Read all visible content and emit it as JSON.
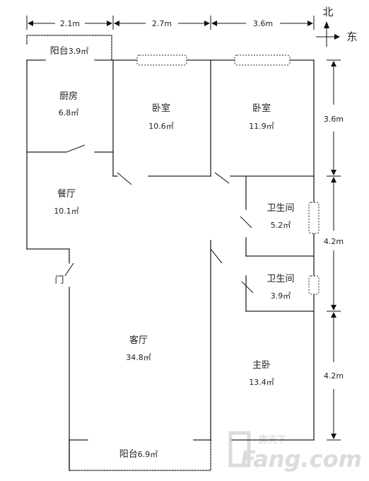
{
  "dimensions": {
    "top": [
      "2.1m",
      "2.7m",
      "3.6m"
    ],
    "right": [
      "3.6m",
      "4.2m",
      "4.2m"
    ]
  },
  "compass": {
    "north": "北",
    "east": "东"
  },
  "rooms": {
    "balcony_top": {
      "name": "阳台",
      "area": "3.9㎡"
    },
    "kitchen": {
      "name": "厨房",
      "area": "6.8㎡"
    },
    "bedroom_1": {
      "name": "卧室",
      "area": "10.6㎡"
    },
    "bedroom_2": {
      "name": "卧室",
      "area": "11.9㎡"
    },
    "dining": {
      "name": "餐厅",
      "area": "10.1㎡"
    },
    "bathroom_1": {
      "name": "卫生间",
      "area": "5.2㎡"
    },
    "bathroom_2": {
      "name": "卫生间",
      "area": "3.9㎡"
    },
    "living": {
      "name": "客厅",
      "area": "34.8㎡"
    },
    "master_bedroom": {
      "name": "主卧",
      "area": "13.4㎡"
    },
    "balcony_bottom": {
      "name": "阳台",
      "area": "6.9㎡"
    }
  },
  "entrance": {
    "label": "门"
  },
  "watermark": {
    "top_text": "房天下",
    "brand": "Fang.com"
  }
}
